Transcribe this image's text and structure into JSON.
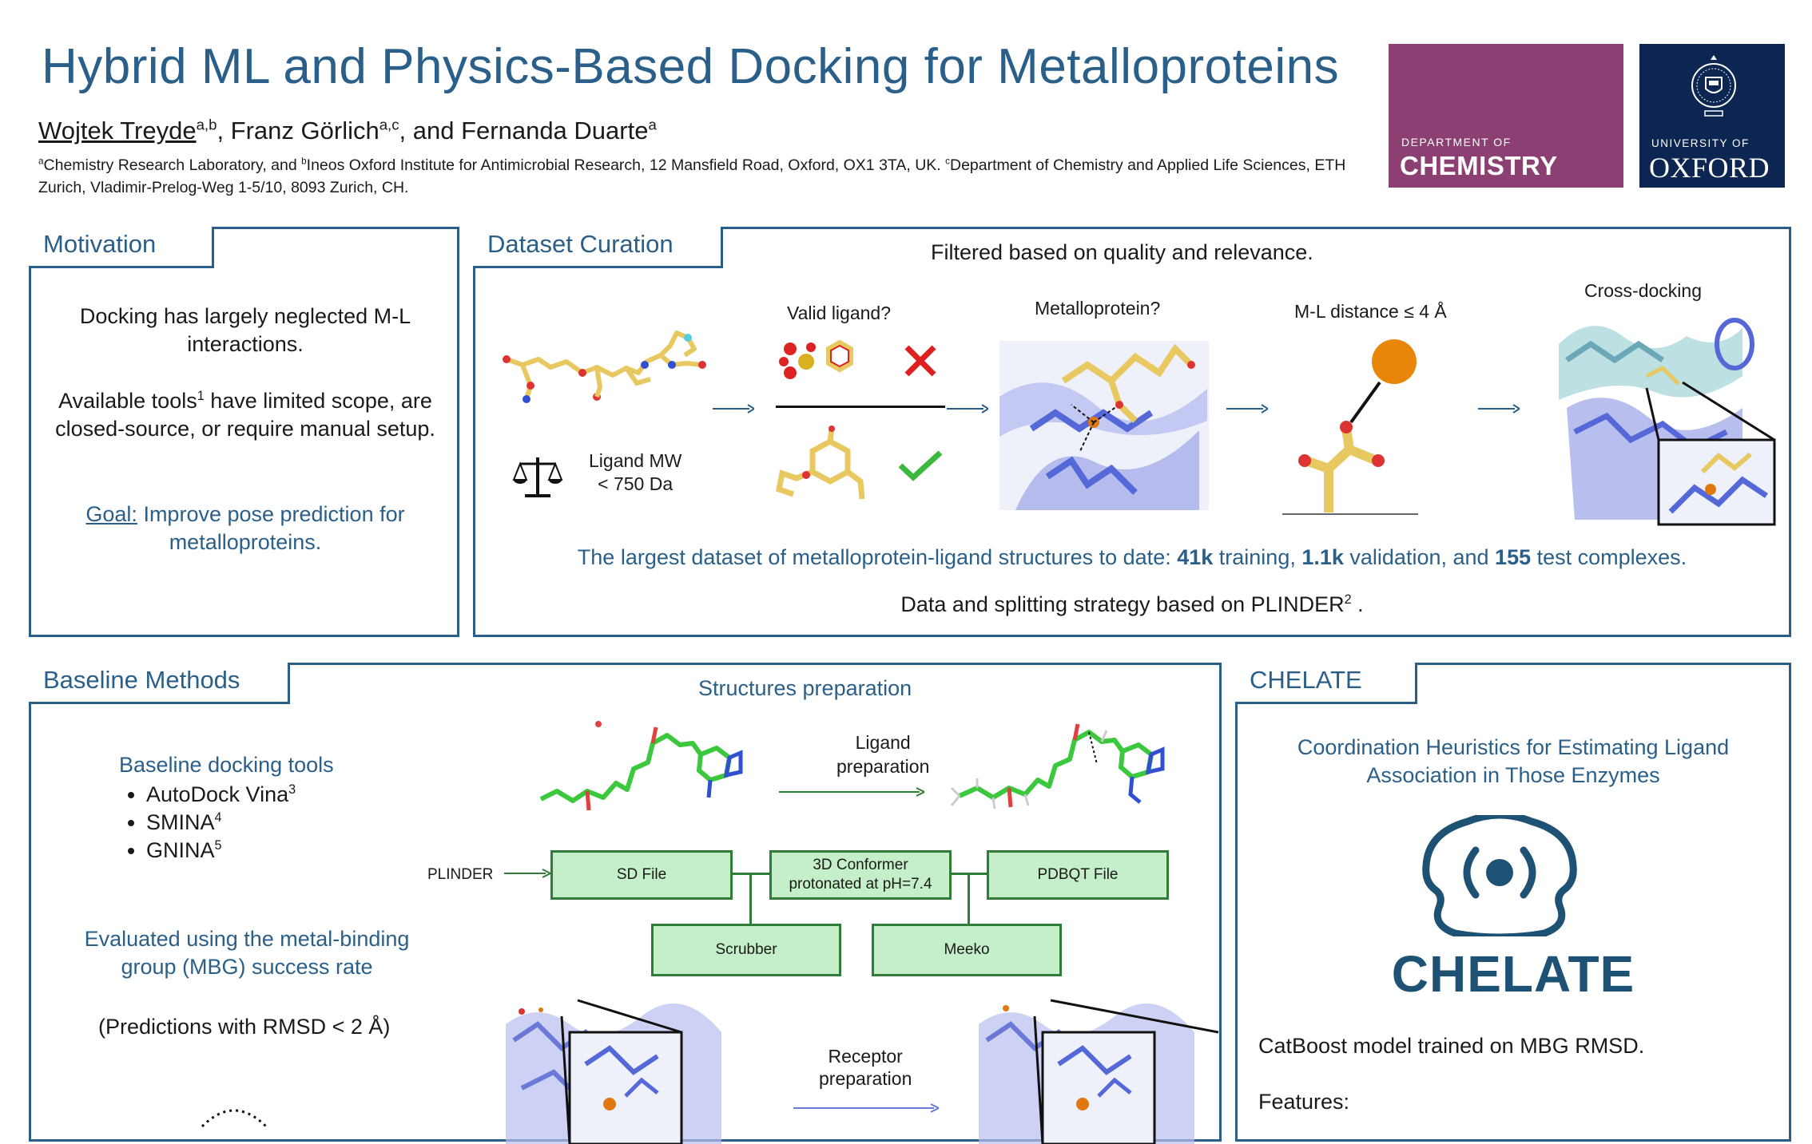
{
  "header": {
    "title": "Hybrid ML and Physics-Based Docking for Metalloproteins",
    "author1": "Wojtek Treyde",
    "author1_sup": "a,b",
    "author2": ", Franz Görlich",
    "author2_sup": "a,c",
    "author3": ", and Fernanda Duarte",
    "author3_sup": "a",
    "affil_a_sup": "a",
    "affil_a": "Chemistry Research Laboratory, and ",
    "affil_b_sup": "b",
    "affil_b": "Ineos Oxford Institute for Antimicrobial Research, 12 Mansfield Road, Oxford, OX1 3TA, UK. ",
    "affil_c_sup": "c",
    "affil_c": "Department of Chemistry and Applied Life Sciences, ETH Zurich, Vladimir-Prelog-Weg 1-5/10, 8093 Zurich, CH."
  },
  "logos": {
    "chem_small": "DEPARTMENT OF",
    "chem_big": "CHEMISTRY",
    "ox_small": "UNIVERSITY OF",
    "ox_big": "OXFORD"
  },
  "motivation": {
    "tab": "Motivation",
    "p1": "Docking has largely neglected M-L interactions.",
    "p2a": "Available tools",
    "p2_sup": "1",
    "p2b": " have limited scope, are closed-source, or require manual setup.",
    "goal_label": "Goal:",
    "goal_text": " Improve pose prediction for metalloproteins."
  },
  "dataset": {
    "tab": "Dataset Curation",
    "subtitle": "Filtered based on quality and relevance.",
    "step_mw": "Ligand MW\n< 750 Da",
    "step_valid": "Valid ligand?",
    "step_metallo": "Metalloprotein?",
    "step_distance": "M-L distance ≤ 4 Å",
    "step_cross": "Cross-docking",
    "summary_a": "The largest dataset of metalloprotein-ligand structures to date: ",
    "summary_b": "41k",
    "summary_c": " training, ",
    "summary_d": "1.1k",
    "summary_e": " validation, and ",
    "summary_f": "155",
    "summary_g": " test complexes.",
    "footer_a": "Data and splitting strategy based on PLINDER",
    "footer_sup": "2",
    "footer_b": " ."
  },
  "baseline": {
    "tab": "Baseline Methods",
    "tools_heading": "Baseline docking tools",
    "tools": [
      {
        "name": "AutoDock Vina",
        "sup": "3"
      },
      {
        "name": "SMINA",
        "sup": "4"
      },
      {
        "name": "GNINA",
        "sup": "5"
      }
    ],
    "eval": "Evaluated using the metal-binding group (MBG) success rate",
    "pred": "(Predictions with RMSD < 2 Å)",
    "prep_heading": "Structures preparation",
    "ligand_prep": "Ligand\npreparation",
    "plinder": "PLINDER",
    "sd_file": "SD File",
    "conformer": "3D Conformer\nprotonated at pH=7.4",
    "pdbqt": "PDBQT File",
    "scrubber": "Scrubber",
    "meeko": "Meeko",
    "receptor_prep": "Receptor\npreparation"
  },
  "chelate": {
    "tab": "CHELATE",
    "acronym": "Coordination Heuristics for Estimating Ligand Association in Those Enzymes",
    "logo_text": "CHELATE",
    "model": "CatBoost model trained on MBG RMSD.",
    "features": "Features:"
  },
  "colors": {
    "accent": "#2a5f8a",
    "chem_bg": "#8b3f72",
    "oxford_bg": "#0c2651",
    "flow_box": "#c5efc8",
    "flow_border": "#2f7d38"
  }
}
